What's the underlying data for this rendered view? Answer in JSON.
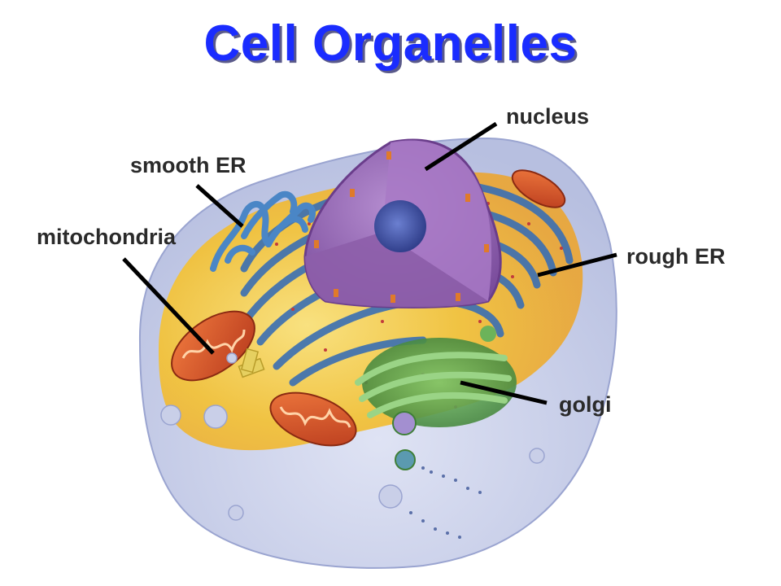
{
  "title": "Cell Organelles",
  "labels": {
    "nucleus": "nucleus",
    "smooth_er": "smooth ER",
    "mitochondria": "mitochondria",
    "rough_er": "rough ER",
    "golgi": "golgi"
  },
  "colors": {
    "title": "#1a2cff",
    "title_shadow": "#5a5a8a",
    "label_text": "#2a2a2a",
    "leader_line": "#000000",
    "nucleus": "#9b6bb8",
    "nucleolus": "#3d4fa0",
    "er": "#3a6fb3",
    "mitochondria": "#e0552a",
    "golgi": "#4f9a45",
    "cytoplasm": "#f2c23a"
  }
}
